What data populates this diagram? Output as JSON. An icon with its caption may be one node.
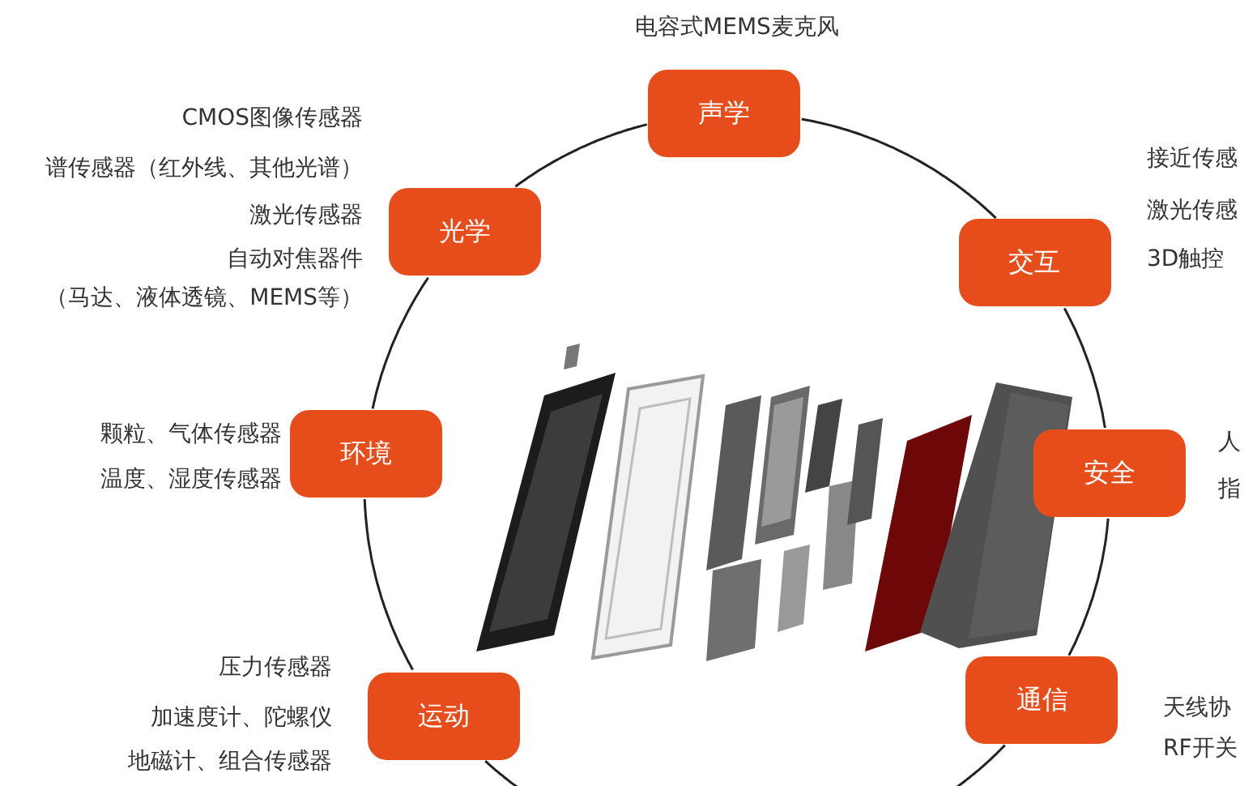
{
  "diagram": {
    "nodes": [
      {
        "text": [
          "声学"
        ],
        "beside": [
          "电容式MEMS麦克风"
        ]
      },
      {
        "text": [
          "光学"
        ],
        "beside": [
          "CMOS图像传感器",
          "谱传感器（红外线、其他光谱）",
          "激光传感器",
          "自动对焦器件",
          "（马达、液体透镜、MEMS等）"
        ]
      },
      {
        "text": [
          "交互"
        ],
        "beside": [
          "接近传感",
          "激光传感",
          "3D触控"
        ]
      },
      {
        "text": [
          "环境"
        ],
        "beside": [
          "颗粒、气体传感器",
          "温度、湿度传感器"
        ]
      },
      {
        "text": [
          "安全"
        ],
        "beside": [
          "人",
          "指"
        ]
      },
      {
        "text": [
          "运动"
        ],
        "beside": [
          "压力传感器",
          "加速度计、陀螺仪",
          "地磁计、组合传感器"
        ]
      },
      {
        "text": [
          "通信"
        ],
        "beside": [
          "天线协",
          "RF开关"
        ]
      }
    ],
    "edges": [
      {
        "from": 0,
        "to": 2,
        "arrow": "none"
      },
      {
        "from": 2,
        "to": 4,
        "arrow": "none"
      },
      {
        "from": 4,
        "to": 6,
        "arrow": "none"
      },
      {
        "from": 6,
        "to": 5,
        "arrow": "none"
      },
      {
        "from": 5,
        "to": 3,
        "arrow": "none"
      },
      {
        "from": 3,
        "to": 1,
        "arrow": "none"
      },
      {
        "from": 1,
        "to": 0,
        "arrow": "none"
      }
    ]
  }
}
